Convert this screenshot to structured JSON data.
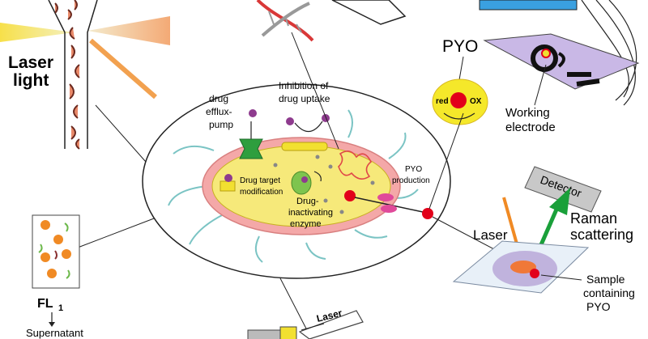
{
  "labels": {
    "laser_light_1": "Laser",
    "laser_light_2": "light",
    "drug_efflux_1": "drug",
    "drug_efflux_2": "efflux-",
    "drug_efflux_3": "pump",
    "inhibition_1": "Inhibition of",
    "inhibition_2": "drug uptake",
    "drug_target_1": "Drug target",
    "drug_target_2": "modification",
    "drug_inact_1": "Drug-",
    "drug_inact_2": "inactivating",
    "drug_inact_3": "enzyme",
    "pyo_prod_1": "PYO",
    "pyo_prod_2": "production",
    "pyo": "PYO",
    "red": "red",
    "ox": "OX",
    "working_1": "Working",
    "working_2": "electrode",
    "detector": "Detector",
    "raman_1": "Raman",
    "raman_2": "scattering",
    "laser": "Laser",
    "sample_1": "Sample",
    "sample_2": "containing",
    "sample_3": "PYO",
    "fl": "FL",
    "fl_sub": "1",
    "supernatant": "Supernatant",
    "laser_bottom": "Laser"
  },
  "colors": {
    "cell_outer": "#f4a8a8",
    "cell_inner": "#f6e97a",
    "pump_green": "#2e9e3e",
    "drug_purple": "#8e3b8e",
    "pyo_red": "#e2001a",
    "raman_green": "#1aa03a",
    "laser_orange": "#f08a24",
    "electrode_purple": "#c9b8e6",
    "detector_gray": "#c8c8c8"
  }
}
